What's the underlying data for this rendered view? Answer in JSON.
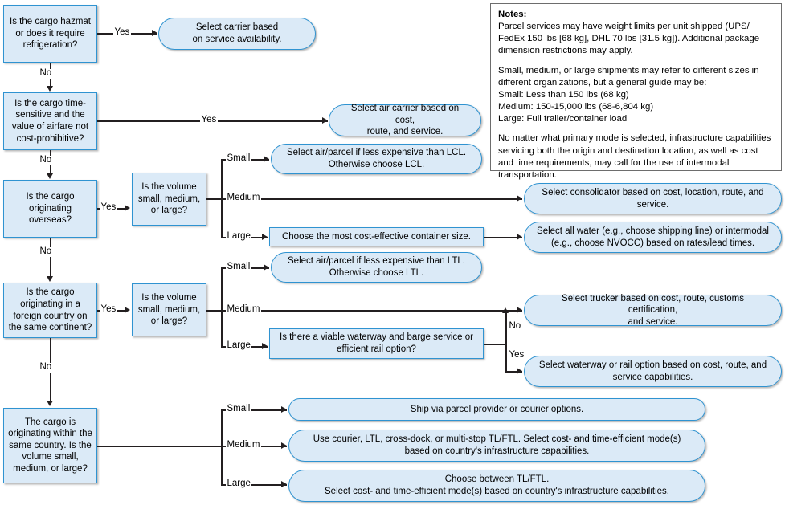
{
  "diagram": {
    "title": "Mode and carrier selection decision flowchart",
    "colors": {
      "node_fill": "#dbeaf7",
      "node_border": "#2f93d1",
      "line": "#231f20",
      "notes_border": "#6d6d6d",
      "background": "#ffffff"
    },
    "nodes": {
      "hazmat_decision": "Is the cargo hazmat\nor does it require\nrefrigeration?",
      "carrier_availability": "Select carrier based\non service availability.",
      "time_sensitive_decision": "Is the cargo time-\nsensitive and the\nvalue of airfare not\ncost-prohibitive?",
      "air_carrier": "Select air carrier based on cost,\nroute, and service.",
      "overseas_decision": "Is the cargo\noriginating\noverseas?",
      "overseas_volume": "Is the volume\nsmall, medium,\nor large?",
      "overseas_small": "Select air/parcel if less expensive than LCL.\nOtherwise choose LCL.",
      "overseas_medium": "Select consolidator based on cost, location, route, and\nservice.",
      "overseas_large_container": "Choose the most cost-effective container size.",
      "overseas_large_water": "Select all water (e.g., choose shipping line) or intermodal\n(e.g., choose NVOCC) based on rates/lead times.",
      "continent_decision": "Is the cargo\noriginating in a\nforeign country on\nthe same continent?",
      "continent_volume": "Is the volume\nsmall, medium,\nor large?",
      "continent_small": "Select air/parcel if less expensive than LTL.\nOtherwise choose LTL.",
      "continent_medium_trucker": "Select trucker based on cost, route, customs certification,\nand service.",
      "waterway_decision": "Is there a viable waterway and barge service or\nefficient rail option?",
      "waterway_rail": "Select waterway or rail option based on cost, route, and\nservice capabilities.",
      "domestic_decision": "The cargo is\noriginating within the\nsame country. Is the\nvolume small,\nmedium, or large?",
      "domestic_small": "Ship via parcel provider or courier options.",
      "domestic_medium": "Use courier, LTL, cross-dock, or multi-stop TL/FTL. Select cost- and time-efficient mode(s)\nbased on country's infrastructure capabilities.",
      "domestic_large": "Choose between TL/FTL.\nSelect cost- and time-efficient mode(s) based on country's infrastructure capabilities."
    },
    "edge_labels": {
      "hazmat_yes": "Yes",
      "hazmat_no": "No",
      "time_yes": "Yes",
      "time_no": "No",
      "overseas_yes": "Yes",
      "overseas_no": "No",
      "overseas_small": "Small",
      "overseas_medium": "Medium",
      "overseas_large": "Large",
      "continent_yes": "Yes",
      "continent_no": "No",
      "continent_small": "Small",
      "continent_medium": "Medium",
      "continent_large": "Large",
      "waterway_no": "No",
      "waterway_yes": "Yes",
      "domestic_small": "Small",
      "domestic_medium": "Medium",
      "domestic_large": "Large"
    }
  },
  "notes": {
    "title": "Notes:",
    "paragraph_1": "Parcel services may have weight limits per unit shipped (UPS/ FedEx 150 lbs [68 kg], DHL 70 lbs [31.5 kg]). Additional package dimension restrictions may apply.",
    "paragraph_2": "Small, medium, or large shipments may refer to different sizes in different organizations, but a general guide may be:\nSmall: Less than 150 lbs (68 kg)\nMedium: 150-15,000 lbs (68-6,804 kg)\nLarge: Full trailer/container load",
    "paragraph_3": "No matter what primary mode is selected, infrastructure capabilities servicing both the origin and destination location, as well as cost and time requirements, may call for the use of intermodal transportation."
  }
}
